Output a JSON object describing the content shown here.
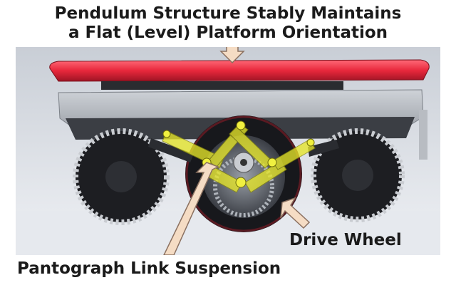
{
  "title_line1": "Pendulum Structure Stably Maintains",
  "title_line2": "a Flat (Level) Platform Orientation",
  "drive_wheel_label": "Drive Wheel",
  "pantograph_label": "Pantograph Link Suspension",
  "colors": {
    "platform_red": "#e8283c",
    "link_yellow": "#e6e62a",
    "arrow_fill": "#f5dcc4",
    "arrow_stroke": "#8a7060",
    "wheel_dark": "#1d1e22",
    "background": "#d9dde3"
  }
}
